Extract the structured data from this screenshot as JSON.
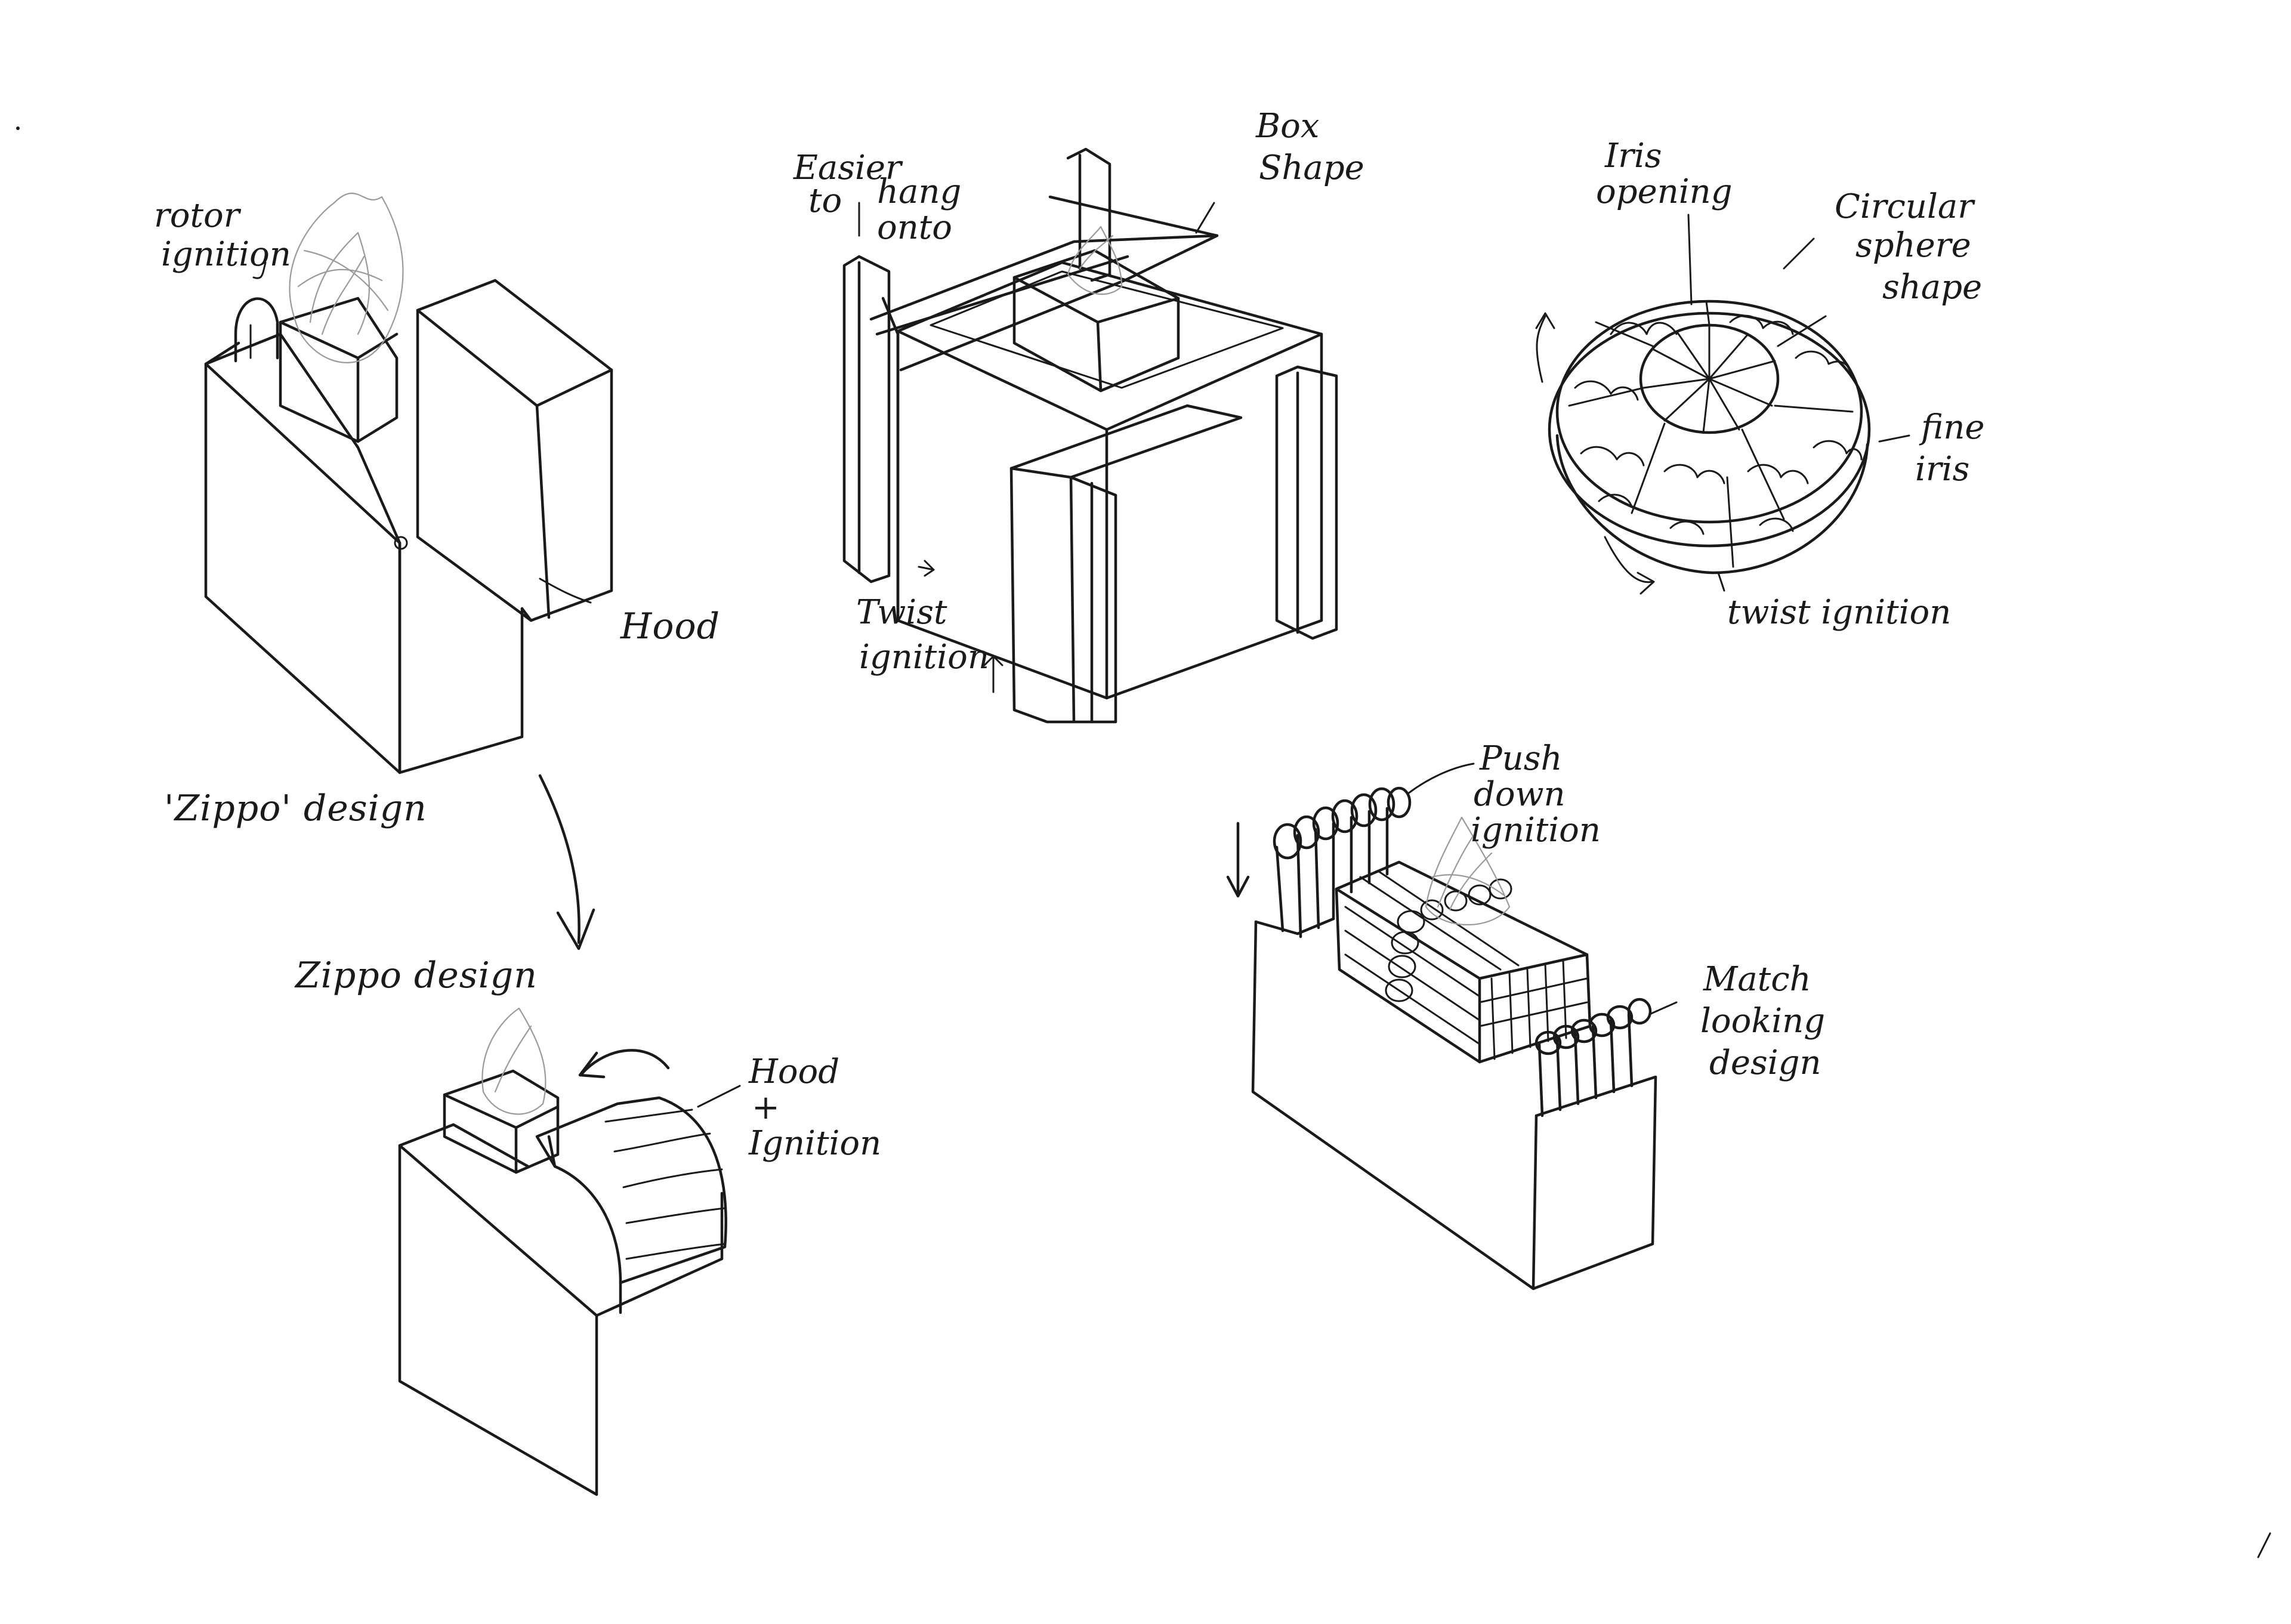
{
  "labels": {
    "rotor_ignition_1": "rotor",
    "rotor_ignition_2": "ignition",
    "hood": "Hood",
    "zippo_design_1": "'Zippo' design",
    "easier_1": "Easier",
    "easier_2": "to",
    "easier_3": "hang",
    "easier_4": "onto",
    "box_shape_1": "Box",
    "box_shape_2": "Shape",
    "twist_ignition_1": "Twist",
    "twist_ignition_2": "ignition",
    "iris_opening_1": "Iris",
    "iris_opening_2": "opening",
    "circular_sphere_shape_1": "Circular",
    "circular_sphere_shape_2": "sphere",
    "circular_sphere_shape_3": "shape",
    "fine_iris_1": "fine",
    "fine_iris_2": "iris",
    "twist_ignition_round": "twist ignition",
    "zippo_design_2": "Zippo design",
    "hood_ignition_1": "Hood",
    "hood_ignition_2": "+",
    "hood_ignition_3": "Ignition",
    "push_down_ignition_1": "Push",
    "push_down_ignition_2": "down",
    "push_down_ignition_3": "ignition",
    "match_looking_design_1": "Match",
    "match_looking_2": "looking",
    "match_looking_3": "design"
  }
}
